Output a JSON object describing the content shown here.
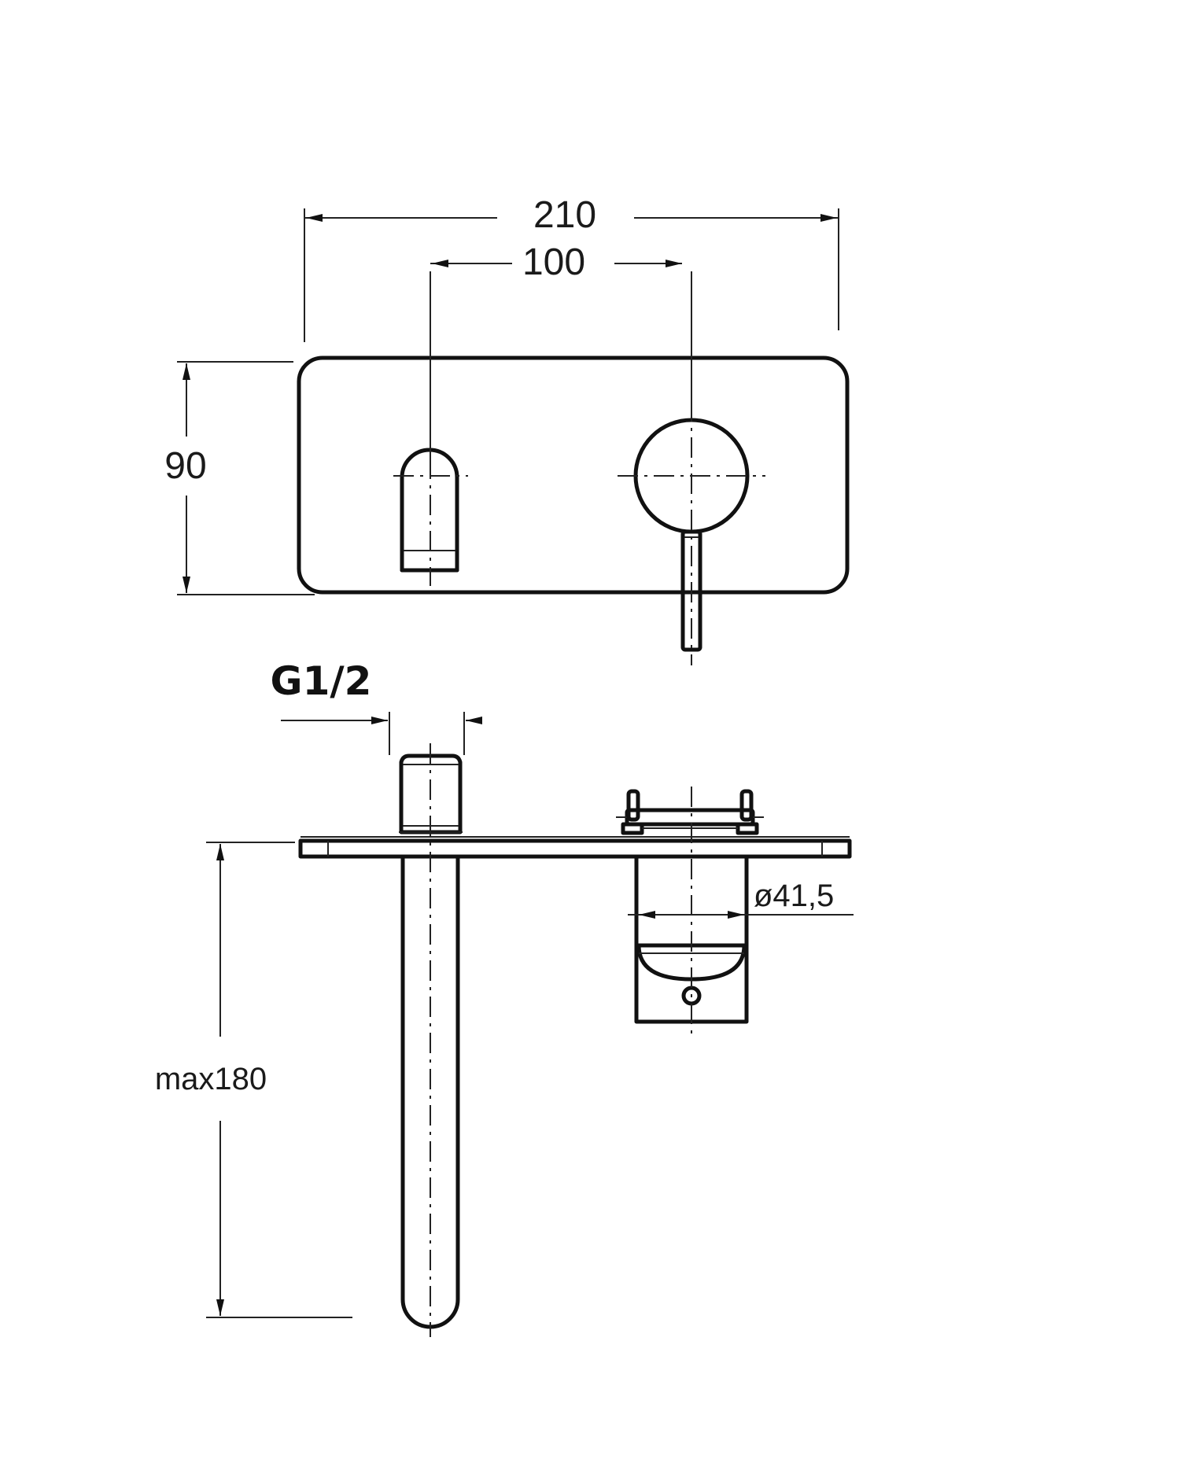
{
  "drawing": {
    "front_view": {
      "width_dim": "210",
      "spacing_dim": "100",
      "height_dim": "90"
    },
    "side_view": {
      "thread_dim": "G1/2",
      "diameter_dim": "ø41,5",
      "projection_dim": "max180"
    }
  }
}
